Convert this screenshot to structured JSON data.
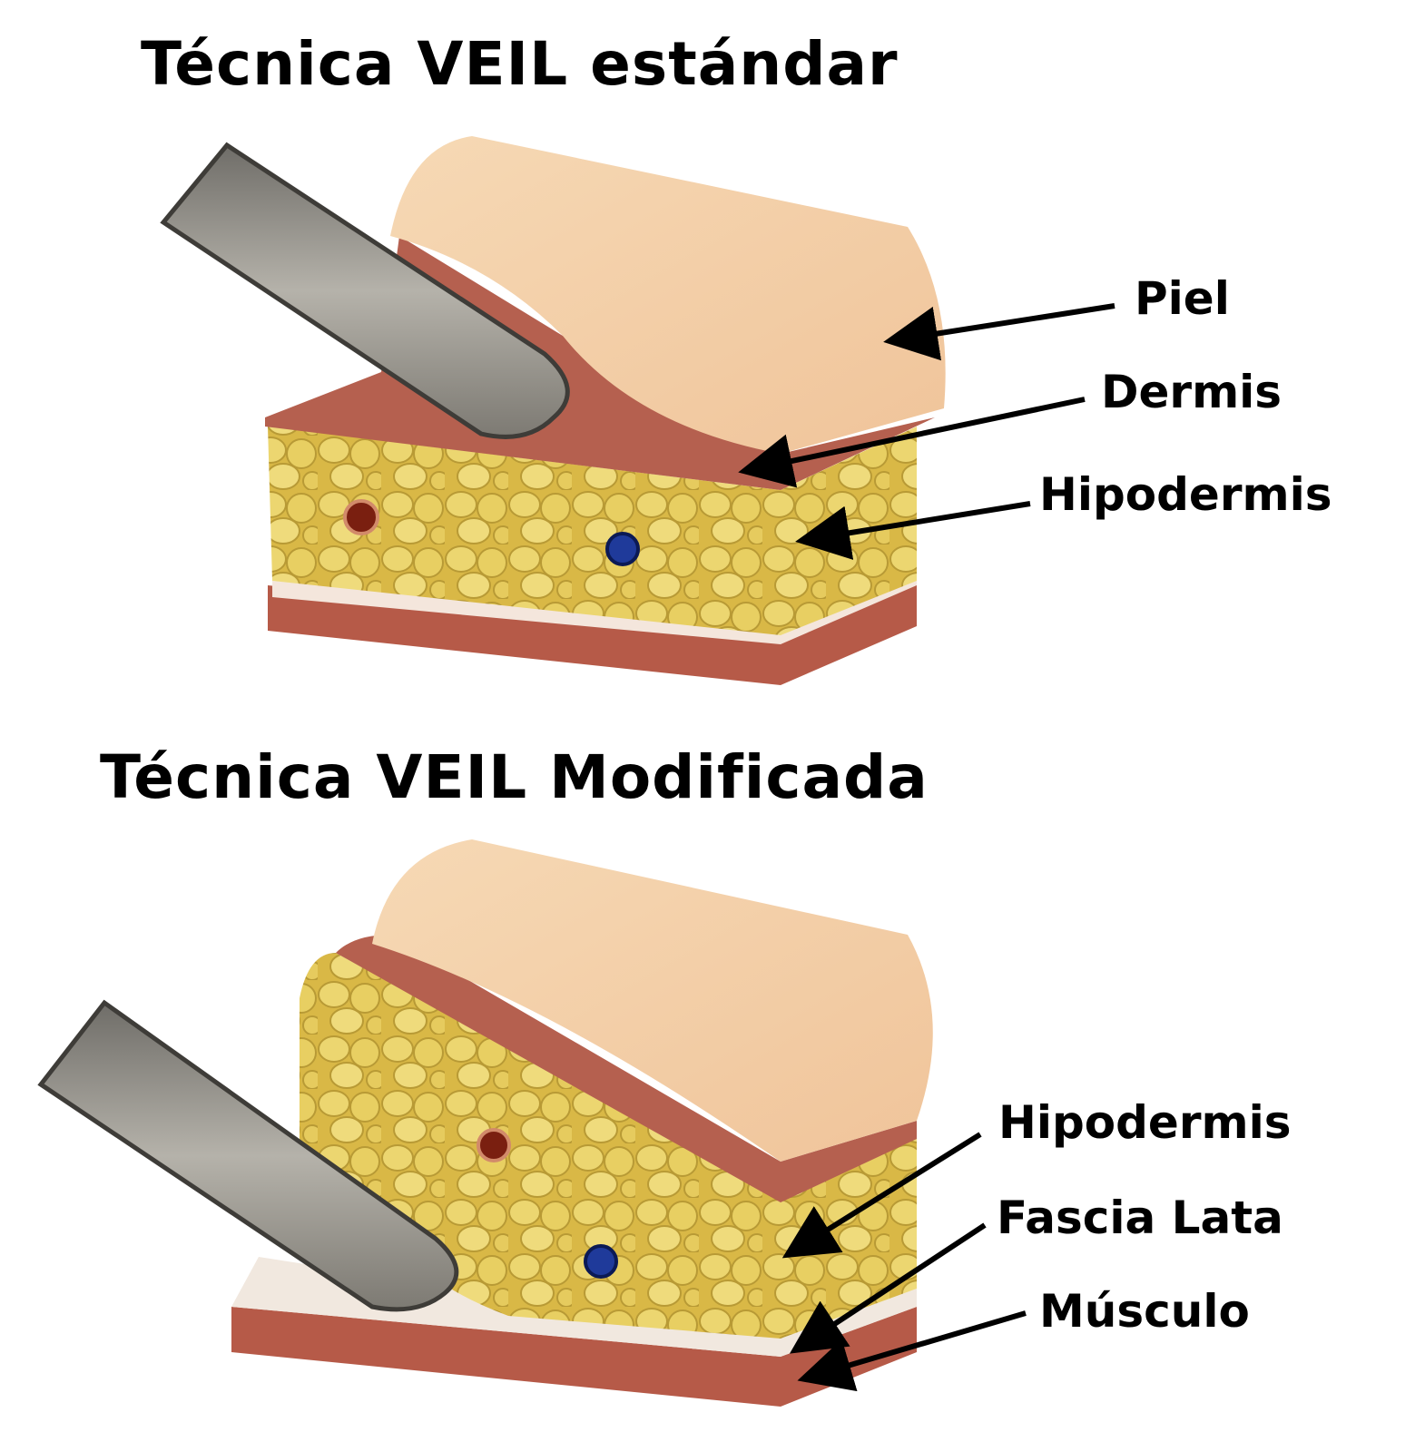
{
  "top_panel": {
    "title": "Técnica VEIL estándar",
    "labels": [
      "Piel",
      "Dermis",
      "Hipodermis"
    ]
  },
  "bottom_panel": {
    "title": "Técnica VEIL Modificada",
    "labels": [
      "Hipodermis",
      "Fascia Lata",
      "Músculo"
    ]
  },
  "colors": {
    "skin": "#f3cfa6",
    "dermis": "#b5604f",
    "fat": "#e3c85a",
    "muscle": "#b65a48",
    "instrument": "#8f8c85",
    "artery": "#7a1f10",
    "vein": "#1f3a9a"
  }
}
